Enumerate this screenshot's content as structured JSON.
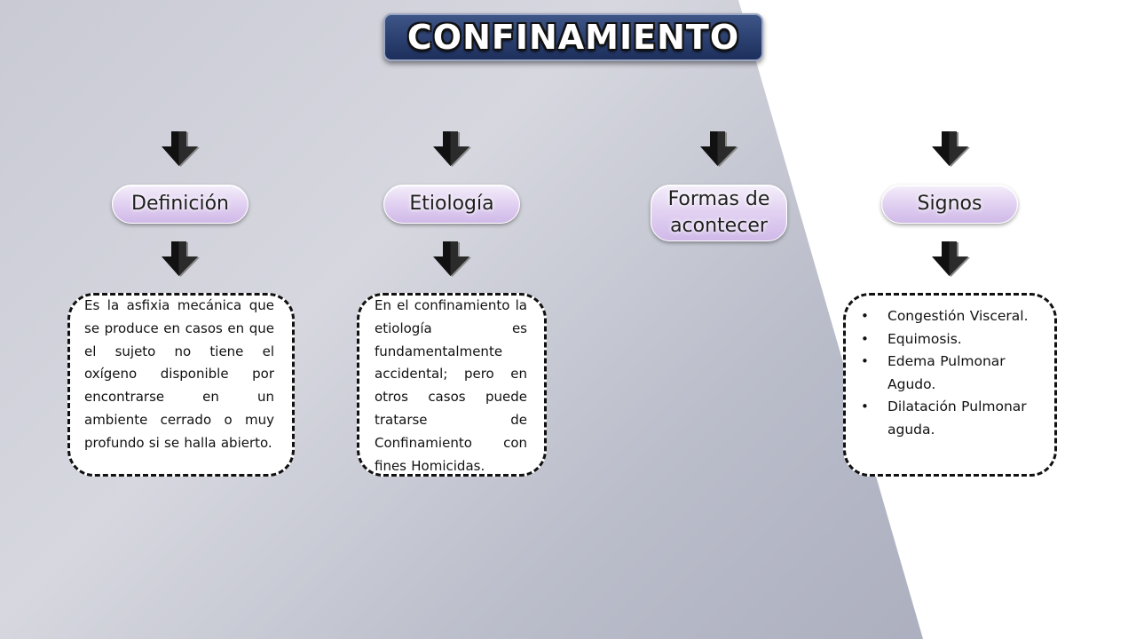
{
  "title": "CONFINAMIENTO",
  "columns": [
    {
      "heading": "Definición",
      "body": "Es la asfixia mecánica que se produce en casos en que el sujeto no tiene el oxígeno disponible por encontrarse en un ambiente cerrado o muy profundo si se halla abierto."
    },
    {
      "heading": "Etiología",
      "body": "En el confinamiento la etiología es fundamentalmente accidental; pero en otros casos puede tratarse de Confinamiento con fines Homicidas."
    },
    {
      "heading_line1": "Formas de",
      "heading_line2": "acontecer"
    },
    {
      "heading": "Signos",
      "items": [
        "Congestión Visceral.",
        "Equimosis.",
        "Edema Pulmonar Agudo.",
        "Dilatación Pulmonar aguda."
      ]
    }
  ],
  "colors": {
    "title_background": "#2b4173",
    "pill_fill": "#e3d3f2",
    "arrow": "#111111"
  },
  "icons": [
    "down-arrow-icon"
  ]
}
